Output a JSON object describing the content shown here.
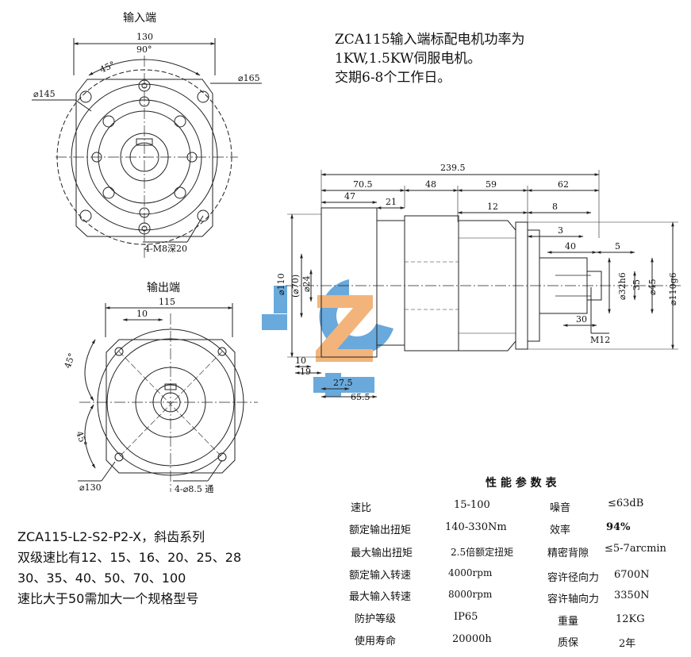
{
  "views": {
    "input_end": {
      "title": "输入端",
      "width_dim": "130",
      "angle_90": "90°",
      "angle_45": "45°",
      "outer_dia": "⌀165",
      "bolt_circle": "⌀145",
      "thread_note": "4-M8深20"
    },
    "output_end": {
      "title": "输出端",
      "width_dim": "115",
      "key_dim": "10",
      "angle_45_top": "45°",
      "angle_45_bottom": "45°",
      "bolt_circle": "⌀130",
      "hole_note": "4-⌀8.5 通"
    },
    "side_view": {
      "total_length": "239.5",
      "d_70_5": "70.5",
      "d_48": "48",
      "d_59": "59",
      "d_62": "62",
      "d_47": "47",
      "d_21": "21",
      "d_12": "12",
      "d_8": "8",
      "d_3": "3",
      "d_40": "40",
      "d_5": "5",
      "dia_110": "⌀110",
      "dia_70": "(⌀70)",
      "dia_24": "⌀24",
      "dia_32": "⌀32h6",
      "d_35": "35",
      "dia_45": "⌀45",
      "dia_110g6": "⌀110g6",
      "d_30": "30",
      "thread": "M12",
      "d_10": "10",
      "d_19": "19",
      "d_27_5": "27.5",
      "d_65_5": "65.5"
    }
  },
  "notes": {
    "top_lines": [
      "ZCA115输入端标配电机功率为",
      "1KW,1.5KW伺服电机。",
      "交期6-8个工作日。"
    ],
    "bottom_lines": [
      "ZCA115-L2-S2-P2-X，斜齿系列",
      "双级速比有12、15、16、20、25、28",
      "30、35、40、50、70、100",
      "速比大于50需加大一个规格型号"
    ]
  },
  "specs": {
    "title": "性 能 参 数 表",
    "rows": [
      {
        "label1": "速比",
        "value1": "15-100",
        "label2": "噪音",
        "value2": "≤63dB"
      },
      {
        "label1": "额定输出扭矩",
        "value1": "140-330Nm",
        "label2": "效率",
        "value2": "94%"
      },
      {
        "label1": "最大输出扭矩",
        "value1": "2.5倍额定扭矩",
        "label2": "精密背隙",
        "value2": "≤5-7arcmin"
      },
      {
        "label1": "额定输入转速",
        "value1": "4000rpm",
        "label2": "容许径向力",
        "value2": "6700N"
      },
      {
        "label1": "最大输入转速",
        "value1": "8000rpm",
        "label2": "容许轴向力",
        "value2": "3350N"
      },
      {
        "label1": "防护等级",
        "value1": "IP65",
        "label2": "重量",
        "value2": "12KG"
      },
      {
        "label1": "使用寿命",
        "value1": "20000h",
        "label2": "质保",
        "value2": "2年"
      }
    ]
  },
  "colors": {
    "logo_blue": "#4f9bd6",
    "logo_orange": "#f2a765",
    "line": "#222222"
  }
}
